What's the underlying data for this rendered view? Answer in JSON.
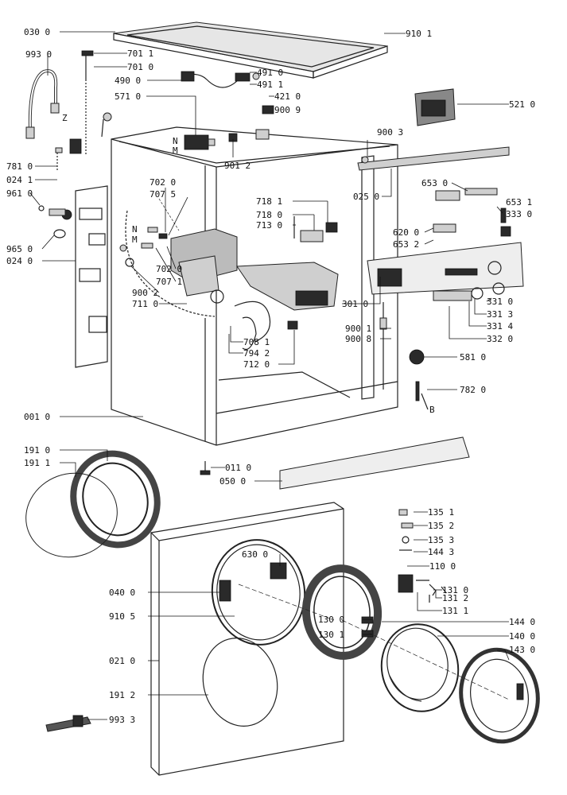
{
  "labels": {
    "l0300": "030 0",
    "l9101": "910 1",
    "l9930": "993 0",
    "l7011": "701 1",
    "l7010": "701 0",
    "l4900": "490 0",
    "l4910": "491 0",
    "l4911": "491 1",
    "l4210": "421 0",
    "l9009": "900 9",
    "l5710": "571 0",
    "l5210": "521 0",
    "l9003": "900 3",
    "l7810": "781 0",
    "l0241": "024 1",
    "l9012": "901 2",
    "l0250": "025 0",
    "l6530": "653 0",
    "l7020a": "702 0",
    "l7075": "707 5",
    "l9610": "961 0",
    "l7181": "718 1",
    "l7180": "718 0",
    "l7130": "713 0",
    "l6531": "653 1",
    "l3330": "333 0",
    "l6200": "620 0",
    "l6532": "653 2",
    "l9650": "965 0",
    "l0240": "024 0",
    "lN1": "N",
    "lM1": "M",
    "lN2": "N",
    "lM2": "M",
    "lZ": "Z",
    "lB": "B",
    "l7020b": "702 0",
    "l7071": "707 1",
    "l9002": "900 2",
    "l7110": "711 0",
    "l3010": "301 0",
    "l3310": "331 0",
    "l3313": "331 3",
    "l9001": "900 1",
    "l3314": "331 4",
    "l9008": "900 8",
    "l3320": "332 0",
    "l7081": "708 1",
    "l7942": "794 2",
    "l7120": "712 0",
    "l5810": "581 0",
    "l7820": "782 0",
    "l0010": "001 0",
    "l1910": "191 0",
    "l1911": "191 1",
    "l0110": "011 0",
    "l0500": "050 0",
    "l1351": "135 1",
    "l1352": "135 2",
    "l1353": "135 3",
    "l1443": "144 3",
    "l6300": "630 0",
    "l1100": "110 0",
    "l0400": "040 0",
    "l1310": "131 0",
    "l1312": "131 2",
    "l1311": "131 1",
    "l9105": "910 5",
    "l1300": "130 0",
    "l1440": "144 0",
    "l1301": "130 1",
    "l1400": "140 0",
    "l0210": "021 0",
    "l1430": "143 0",
    "l1912": "191 2",
    "l9933": "993 3"
  }
}
